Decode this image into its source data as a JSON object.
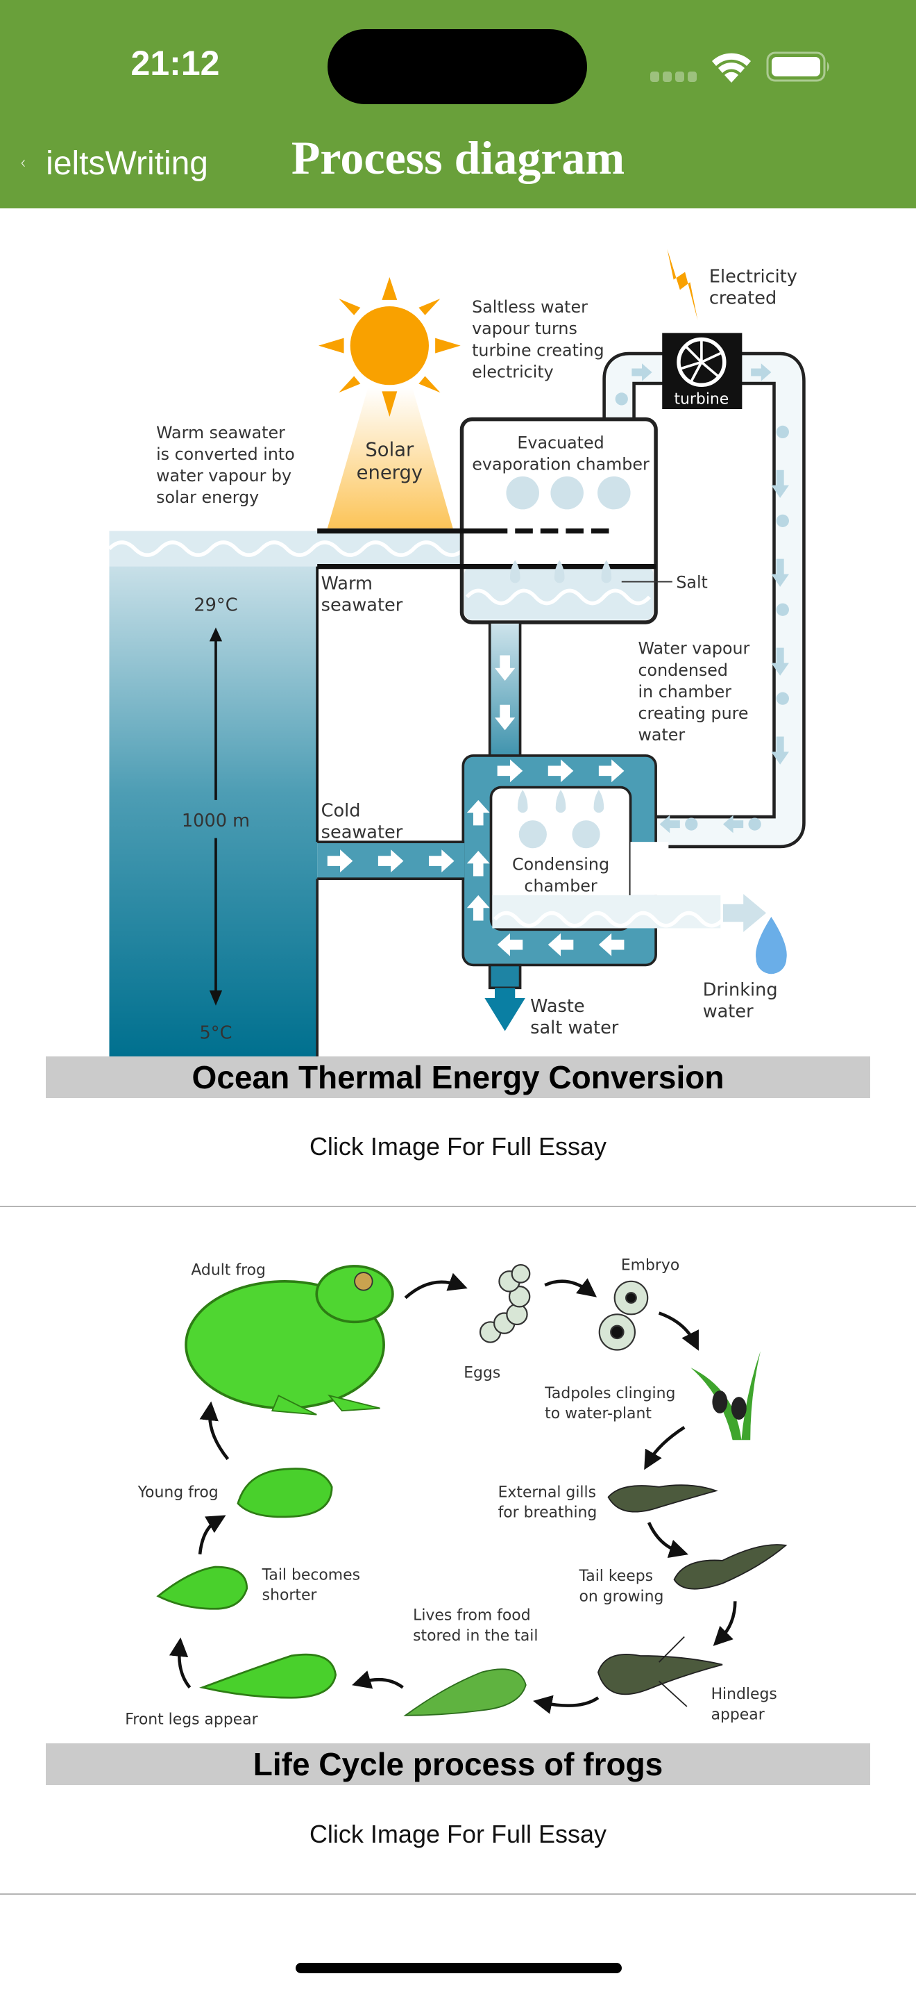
{
  "status_bar": {
    "time": "21:12",
    "wifi_icon": "wifi-icon",
    "battery_icon": "battery-icon"
  },
  "nav": {
    "back_label": "ieltsWriting",
    "title": "Process diagram",
    "color": "#69a03a"
  },
  "items": [
    {
      "caption": "Ocean Thermal Energy Conversion",
      "link_text": "Click Image For Full Essay",
      "diagram": {
        "warm_seawater_note": [
          "Warm seawater",
          "is converted into",
          "water vapour by",
          "solar energy"
        ],
        "solar_energy": [
          "Solar",
          "energy"
        ],
        "turbine_note": [
          "Saltless water",
          "vapour turns",
          "turbine creating",
          "electricity"
        ],
        "electricity": [
          "Electricity",
          "created"
        ],
        "turbine": "turbine",
        "evap_chamber": [
          "Evacuated",
          "evaporation chamber"
        ],
        "salt": "Salt",
        "warm_seawater": [
          "Warm",
          "seawater"
        ],
        "temp_top": "29°C",
        "depth": "1000 m",
        "temp_bottom": "5°C",
        "condensed_note": [
          "Water vapour",
          "condensed",
          "in chamber",
          "creating pure",
          "water"
        ],
        "cold_seawater": [
          "Cold",
          "seawater"
        ],
        "condensing_chamber": [
          "Condensing",
          "chamber"
        ],
        "waste": [
          "Waste",
          "salt water"
        ],
        "drinking": [
          "Drinking",
          "water"
        ]
      }
    },
    {
      "caption": "Life Cycle process of frogs",
      "link_text": "Click Image For Full Essay",
      "diagram": {
        "adult": "Adult frog",
        "eggs": "Eggs",
        "embryo": "Embryo",
        "tadpoles": [
          "Tadpoles clinging",
          "to water-plant"
        ],
        "gills": [
          "External gills",
          "for breathing"
        ],
        "tail_grow": [
          "Tail keeps",
          "on growing"
        ],
        "hindlegs": [
          "Hindlegs",
          "appear"
        ],
        "food": [
          "Lives from food",
          "stored in the tail"
        ],
        "tail_short": [
          "Tail becomes",
          "shorter"
        ],
        "young": "Young frog",
        "front_legs": "Front legs appear"
      }
    }
  ]
}
